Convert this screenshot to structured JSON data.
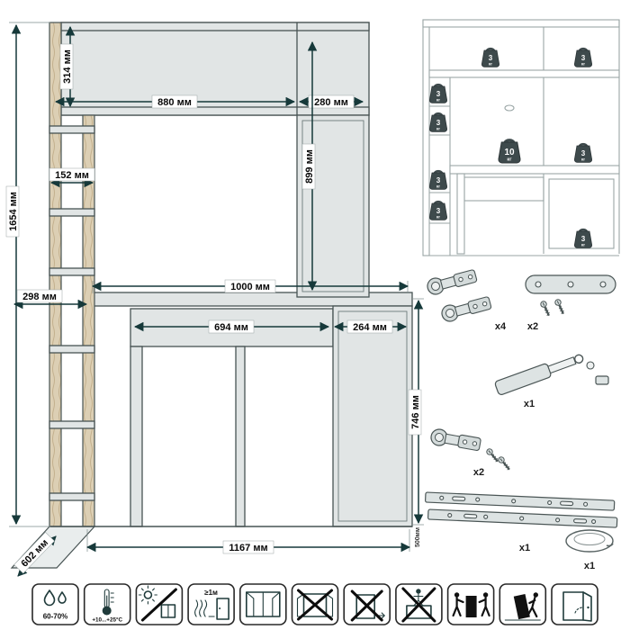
{
  "colors": {
    "accent": "#16393a",
    "panel": "#e1e5e5",
    "wood": "#dccfb4",
    "weight": "#3e4a4c"
  },
  "dimensions": {
    "total_height": "1654 мм",
    "hutch_height": "314 мм",
    "hutch_left_width": "880 мм",
    "hutch_right_width": "280 мм",
    "upper_right_height": "899 мм",
    "shelf_width": "152 мм",
    "shelf_depth": "298 мм",
    "desktop_width": "1000 мм",
    "drawer_width": "694 мм",
    "pedestal_width": "264 мм",
    "desk_height": "746 мм",
    "depth": "602 мм",
    "total_width": "1167 мм"
  },
  "load_diagram": {
    "weights": [
      {
        "location": "hutch-left-shelf",
        "value": "3",
        "unit": "кг"
      },
      {
        "location": "hutch-right-shelf",
        "value": "3",
        "unit": "кг"
      },
      {
        "location": "side-shelf-1",
        "value": "3",
        "unit": "кг"
      },
      {
        "location": "side-shelf-2",
        "value": "3",
        "unit": "кг"
      },
      {
        "location": "side-shelf-3",
        "value": "3",
        "unit": "кг"
      },
      {
        "location": "side-shelf-4",
        "value": "3",
        "unit": "кг"
      },
      {
        "location": "desktop",
        "value": "10",
        "unit": "кг"
      },
      {
        "location": "right-shelf",
        "value": "3",
        "unit": "кг"
      },
      {
        "location": "pedestal",
        "value": "3",
        "unit": "кг"
      }
    ]
  },
  "hardware": {
    "items": [
      {
        "name": "concealed hinges",
        "qty": "x4"
      },
      {
        "name": "door damper",
        "qty": "x2"
      },
      {
        "name": "gas lift",
        "qty": "x1"
      },
      {
        "name": "concealed hinge",
        "qty": "x2"
      },
      {
        "name": "drawer slides",
        "qty": "x1",
        "length_label": "500мм"
      },
      {
        "name": "bowl",
        "qty": "x1"
      }
    ]
  },
  "care_icons": [
    {
      "name": "humidity",
      "label": "60-70%"
    },
    {
      "name": "temperature",
      "label": "+10...+25°C"
    },
    {
      "name": "protect-from-sunlight",
      "label": ""
    },
    {
      "name": "distance-from-heat",
      "label": "≥1м"
    },
    {
      "name": "ventilate-room",
      "label": ""
    },
    {
      "name": "no-load-on-open-doors",
      "label": ""
    },
    {
      "name": "no-dragging",
      "label": ""
    },
    {
      "name": "no-climbing",
      "label": ""
    },
    {
      "name": "move-with-two-people",
      "label": ""
    },
    {
      "name": "no-tilting",
      "label": ""
    },
    {
      "name": "open-doors-gently",
      "label": ""
    }
  ]
}
